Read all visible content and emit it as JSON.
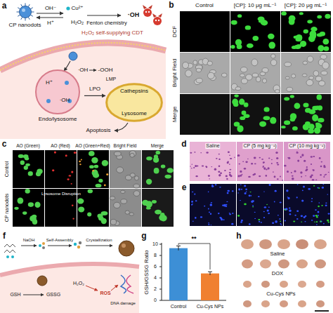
{
  "diagram": {
    "nodes": [
      {
        "text": [
          "CP nanodots"
        ]
      },
      {
        "text": [
          "Endo/lysosome"
        ]
      },
      {
        "text": [
          "Cathepsins",
          "Lysosome"
        ]
      }
    ],
    "edges": [
      {
        "from": 1,
        "to": 2,
        "arrow": "to",
        "label": "LPO"
      }
    ],
    "labels": [
      "a",
      "OH⁻",
      "H⁺",
      "Cu²⁺",
      "H₂O₂",
      "Fenton chemistry",
      "·OH",
      "H₂O₂ self-supplying CDT",
      "H⁺",
      "·OH",
      "·OH",
      "-OOH",
      "LMP",
      "Apoptosis",
      "b",
      "Control",
      "[CP]: 10 μg mL⁻¹",
      "[CP]: 20 μg mL⁻¹",
      "DCF",
      "Bright Field",
      "Merge",
      "c",
      "AO (Green)",
      "AO (Red)",
      "AO (Green+Red)",
      "Bright Field",
      "Merge",
      "Control",
      "CP nanodots",
      "Lysosome Disruption",
      "d",
      "Saline",
      "CP (5 mg kg⁻¹)",
      "CP (10 mg kg⁻¹)",
      "e",
      "f",
      "NaOH",
      "Self-Assembly",
      "Crystallization",
      "GSH",
      "GSSG",
      "H₂O₂",
      "ROS",
      "DNA damage",
      "g",
      "GSH/GSSG Ratio",
      "0",
      "2",
      "4",
      "6",
      "8",
      "10",
      "**",
      "Control",
      "Cu-Cys NPs",
      "h",
      "Saline",
      "DOX",
      "Cu-Cys NPs"
    ]
  }
}
